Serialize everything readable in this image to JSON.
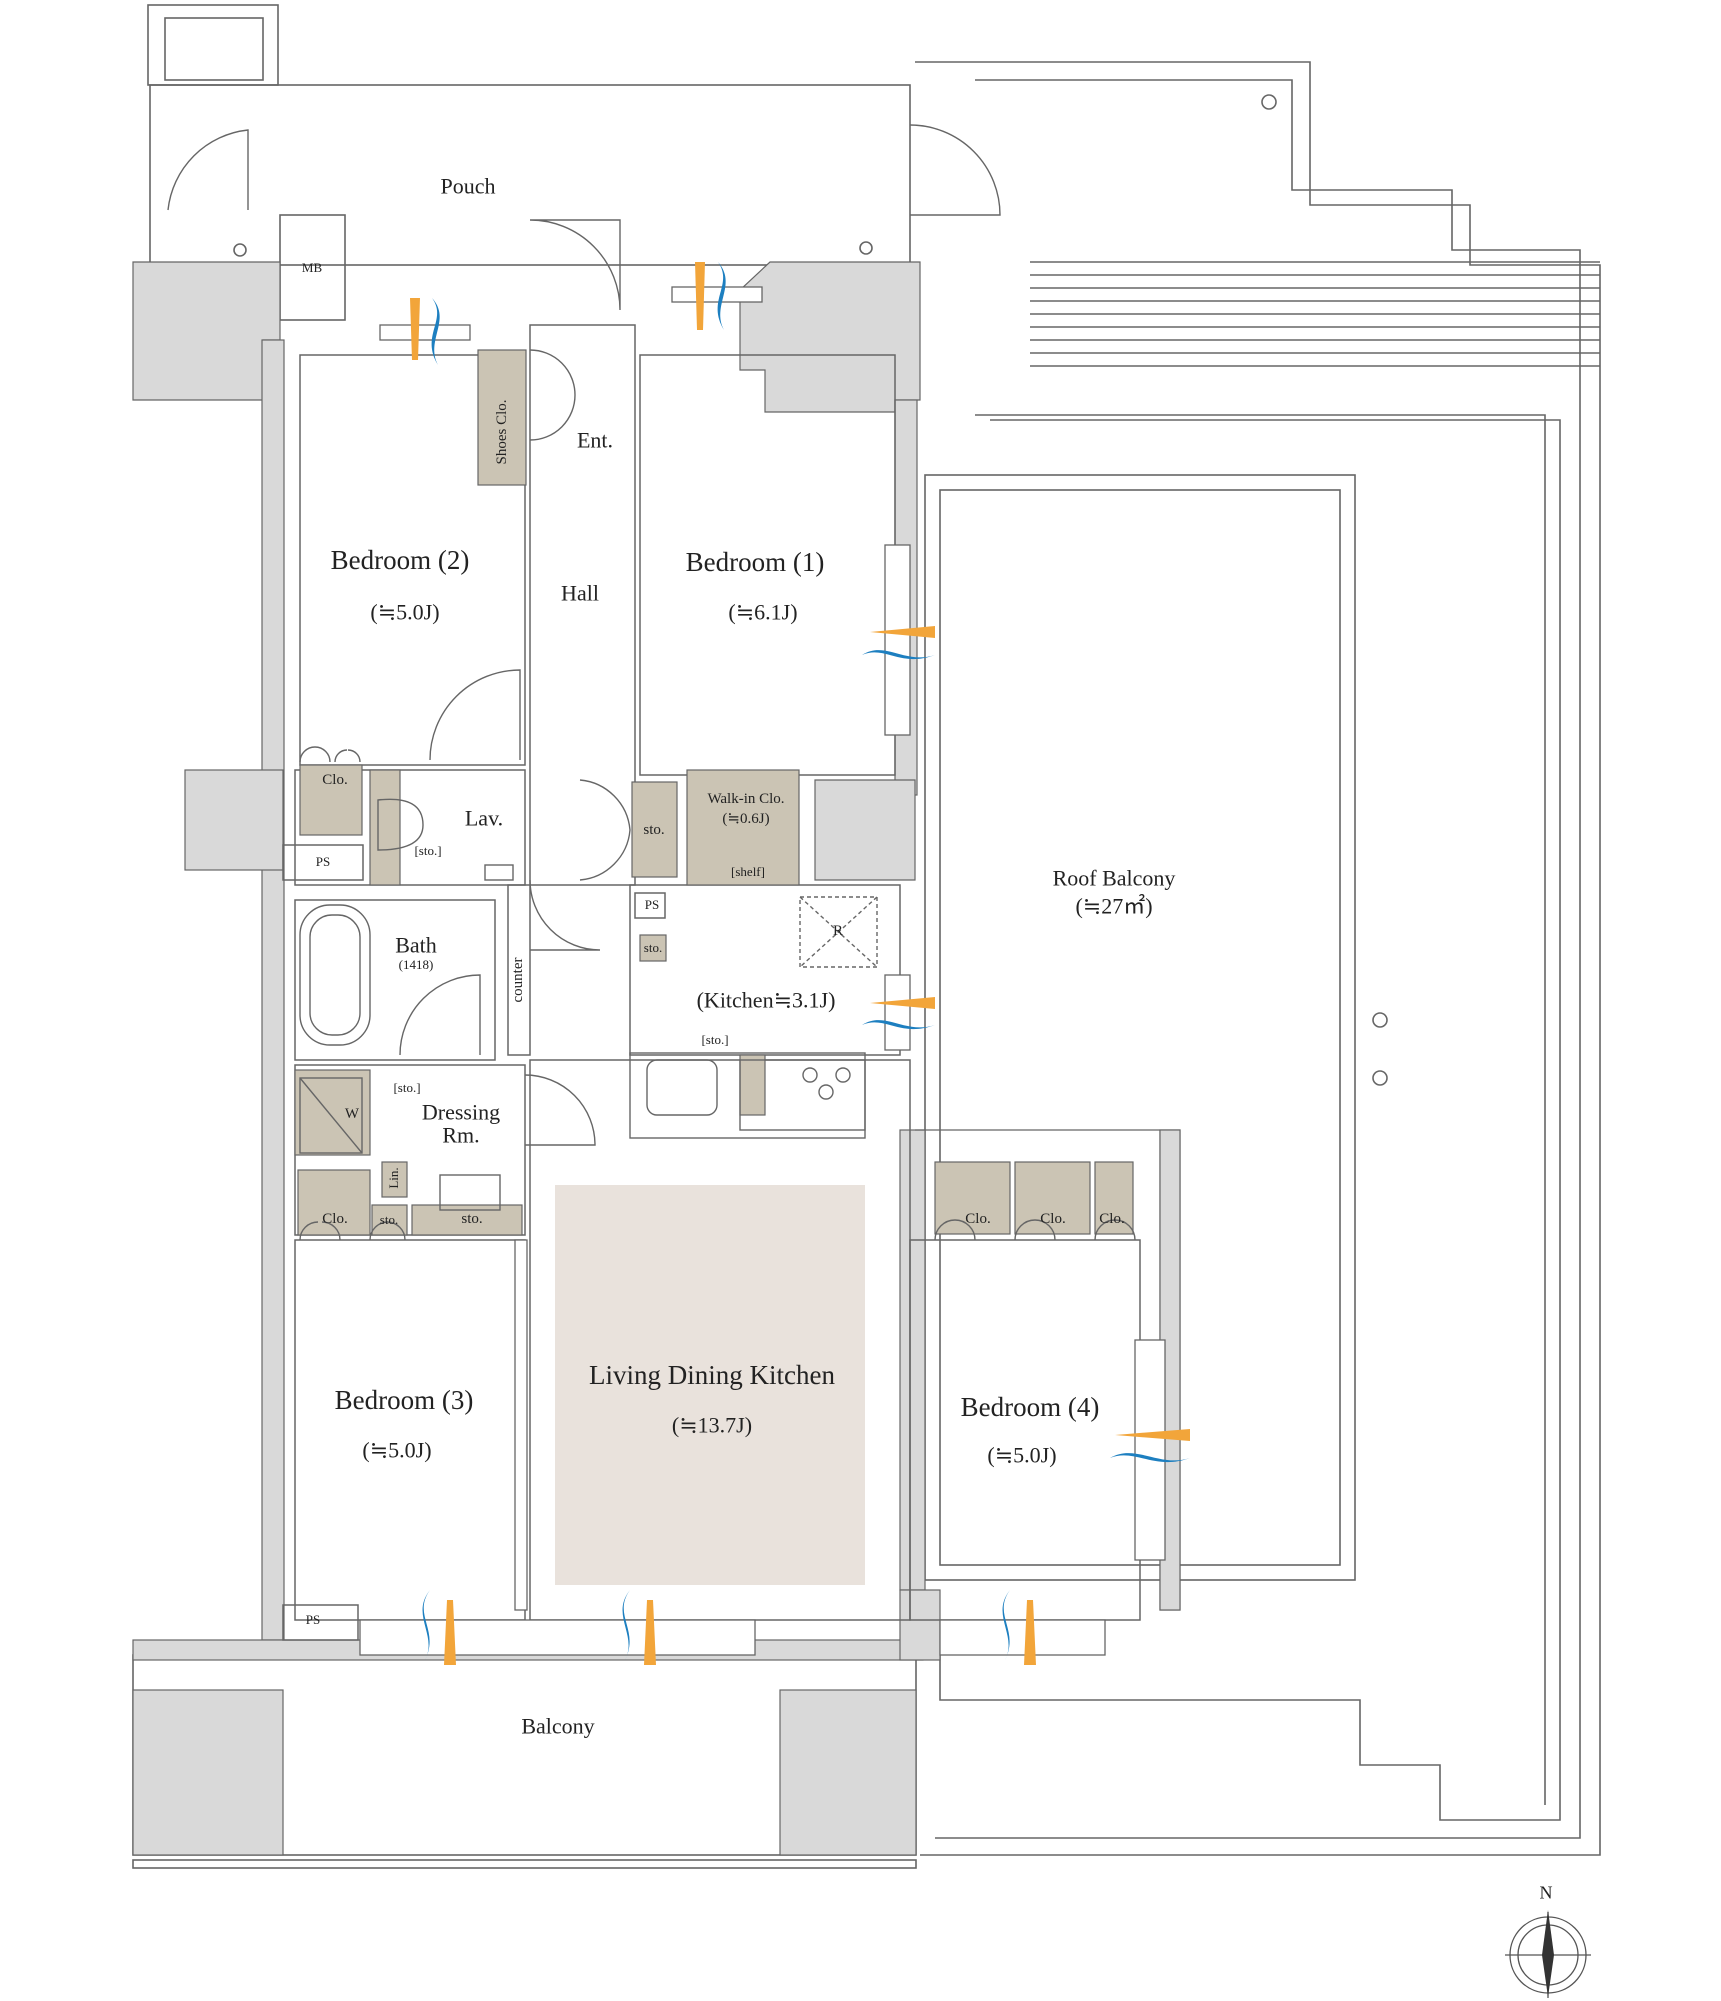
{
  "compass": {
    "north_label": "N"
  },
  "rooms": {
    "pouch": "Pouch",
    "mb": "MB",
    "shoes_clo": "Shoes Clo.",
    "ent": "Ent.",
    "hall": "Hall",
    "bedroom1": {
      "name": "Bedroom (1)",
      "area": "(≒6.1J)"
    },
    "bedroom2": {
      "name": "Bedroom (2)",
      "area": "(≒5.0J)"
    },
    "bedroom3": {
      "name": "Bedroom (3)",
      "area": "(≒5.0J)"
    },
    "bedroom4": {
      "name": "Bedroom (4)",
      "area": "(≒5.0J)"
    },
    "clo": "Clo.",
    "lav": "Lav.",
    "sto_bracket": "[sto.]",
    "ps": "PS",
    "sto": "sto.",
    "walk_in_clo": {
      "name": "Walk-in Clo.",
      "area": "(≒0.6J)",
      "shelf": "[shelf]"
    },
    "bath": {
      "name": "Bath",
      "size": "(1418)"
    },
    "counter": "counter",
    "kitchen": "(Kitchen≒3.1J)",
    "refrigerator": "R",
    "washer": "W",
    "dressing": {
      "line1": "Dressing",
      "line2": "Rm."
    },
    "lin": "Lin.",
    "ldk": {
      "name": "Living Dining Kitchen",
      "area": "(≒13.7J)"
    },
    "roof_balcony": {
      "name": "Roof Balcony",
      "area": "(≒27㎡)"
    },
    "balcony": "Balcony"
  },
  "colors": {
    "wall": "#d9d9d9",
    "storage": "#cbc4b4",
    "ldk_fill": "#e9e2dc",
    "line": "#555555",
    "air_blue": "#1d7fc0",
    "air_orange": "#f2a53a"
  }
}
